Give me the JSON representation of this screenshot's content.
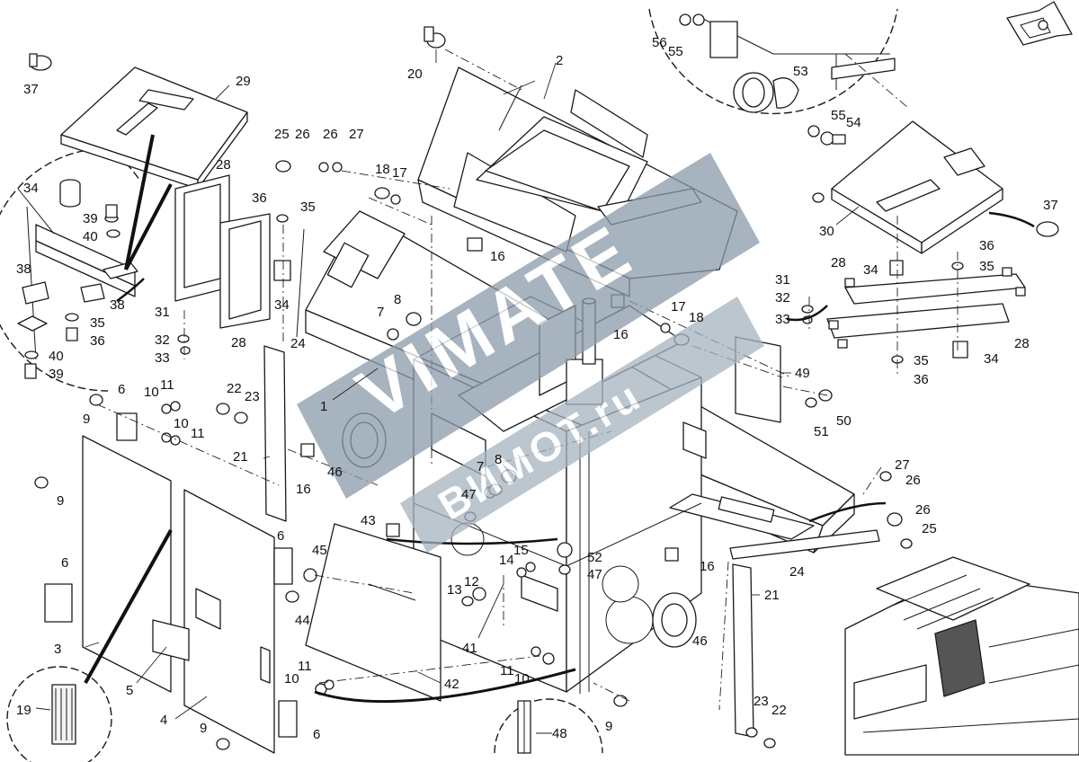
{
  "watermark": {
    "text": "VIMATE",
    "subtext": "ВИМОТ.ru",
    "color": "#8a9aaa"
  },
  "colors": {
    "line": "#1a1a1a",
    "paper": "#ffffff"
  },
  "orientation_icon": "arrow-compass-icon",
  "callouts": {
    "c1": "1",
    "c2": "2",
    "c3": "3",
    "c4": "4",
    "c5": "5",
    "c6a": "6",
    "c6b": "6",
    "c6c": "6",
    "c6d": "6",
    "c7a": "7",
    "c7b": "7",
    "c8a": "8",
    "c8b": "8",
    "c9a": "9",
    "c9b": "9",
    "c9c": "9",
    "c9d": "9",
    "c10a": "10",
    "c10b": "10",
    "c10c": "10",
    "c10d": "10",
    "c11a": "11",
    "c11b": "11",
    "c11c": "11",
    "c11d": "11",
    "c12": "12",
    "c13": "13",
    "c14": "14",
    "c15": "15",
    "c16a": "16",
    "c16b": "16",
    "c16c": "16",
    "c16d": "16",
    "c17a": "17",
    "c17b": "17",
    "c18a": "18",
    "c18b": "18",
    "c19": "19",
    "c20": "20",
    "c21a": "21",
    "c21b": "21",
    "c22a": "22",
    "c22b": "22",
    "c23a": "23",
    "c23b": "23",
    "c24a": "24",
    "c24b": "24",
    "c25a": "25",
    "c25b": "25",
    "c26a": "26",
    "c26b": "26",
    "c26c": "26",
    "c26d": "26",
    "c27a": "27",
    "c27b": "27",
    "c28a": "28",
    "c28b": "28",
    "c28c": "28",
    "c28d": "28",
    "c29": "29",
    "c30": "30",
    "c31a": "31",
    "c31b": "31",
    "c32a": "32",
    "c32b": "32",
    "c33a": "33",
    "c33b": "33",
    "c34a": "34",
    "c34b": "34",
    "c34c": "34",
    "c34d": "34",
    "c35a": "35",
    "c35b": "35",
    "c35c": "35",
    "c35d": "35",
    "c36a": "36",
    "c36b": "36",
    "c36c": "36",
    "c36d": "36",
    "c37a": "37",
    "c37b": "37",
    "c38a": "38",
    "c38b": "38",
    "c39a": "39",
    "c39b": "39",
    "c40a": "40",
    "c40b": "40",
    "c41": "41",
    "c42": "42",
    "c43": "43",
    "c44": "44",
    "c45": "45",
    "c46a": "46",
    "c46b": "46",
    "c47a": "47",
    "c47b": "47",
    "c48": "48",
    "c49": "49",
    "c50": "50",
    "c51": "51",
    "c52": "52",
    "c53": "53",
    "c54": "54",
    "c55a": "55",
    "c55b": "55",
    "c56": "56"
  }
}
